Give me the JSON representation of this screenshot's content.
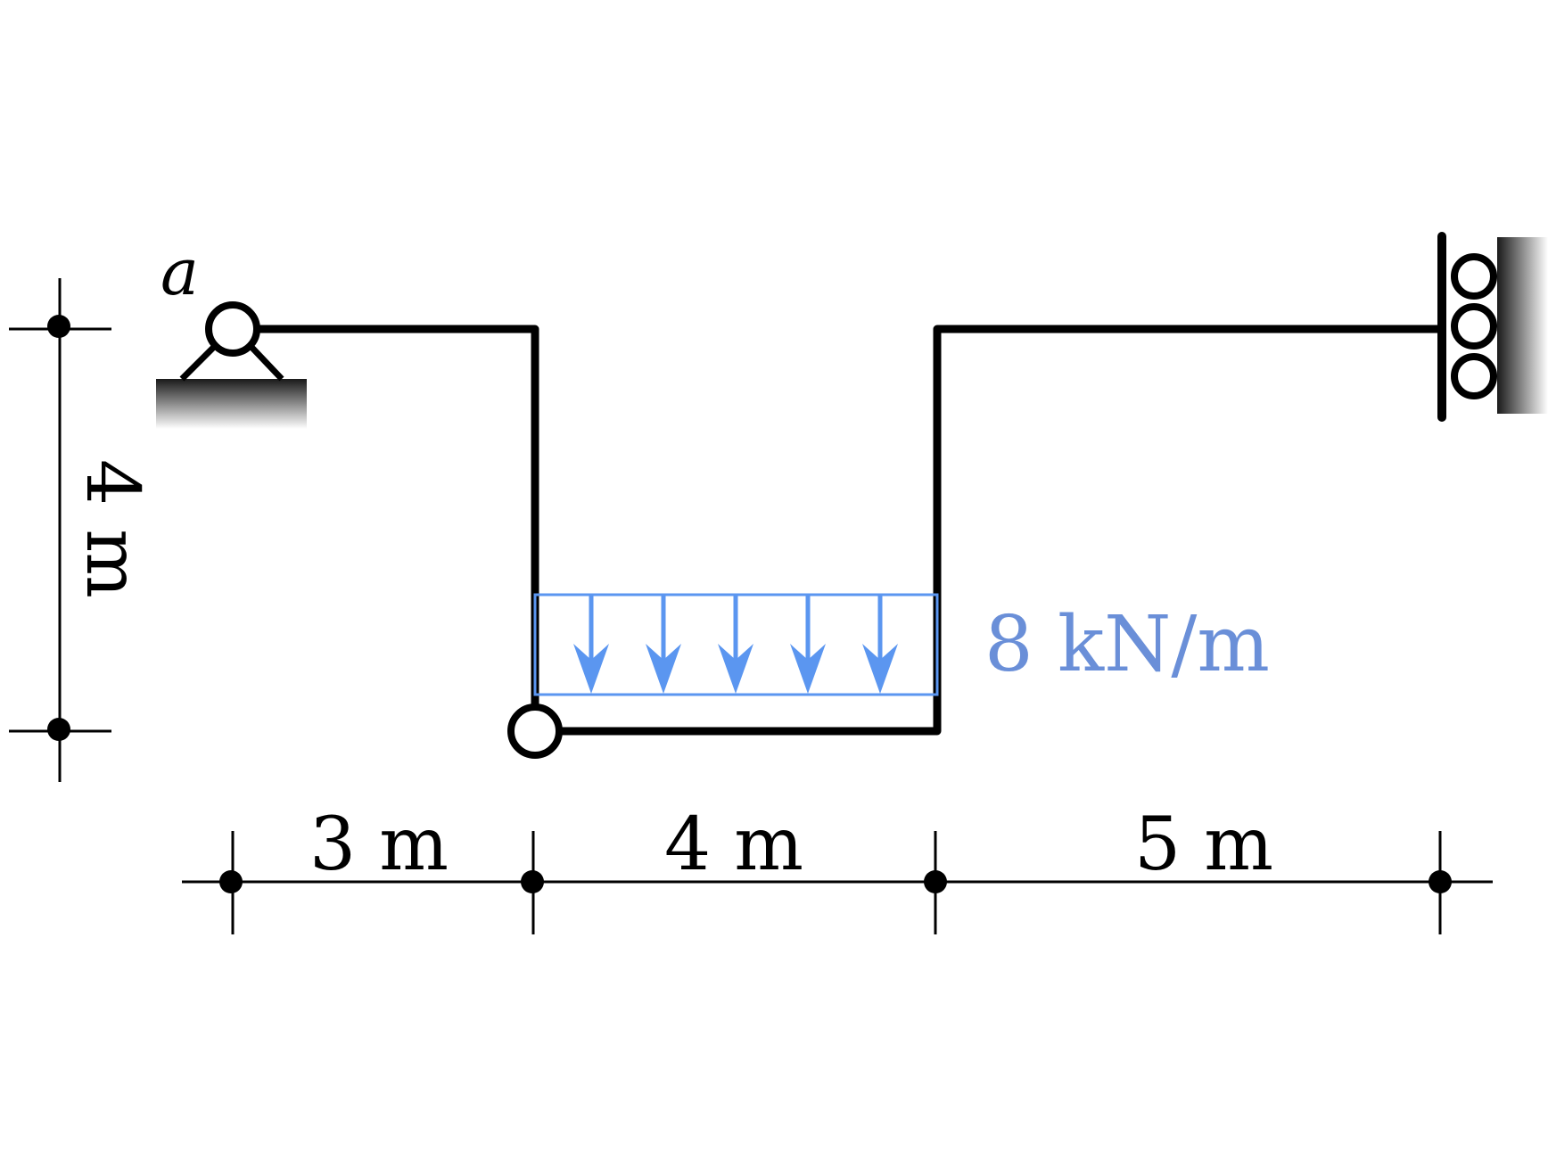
{
  "labels": {
    "node_a": "a",
    "dim_3": "3 m",
    "dim_4h": "4 m",
    "dim_5": "5 m",
    "dim_4v": "4 m",
    "load": "8 kN/m"
  },
  "colors": {
    "structure": "#000000",
    "load": "#5b96f0",
    "load_text": "#6a8fd8",
    "ground_dark": "#1a1a1a",
    "ground_light": "#ffffff"
  },
  "icons": {
    "pin_support": "pin-support-icon",
    "roller_support": "roller-support-icon",
    "hinge": "hinge-icon"
  }
}
